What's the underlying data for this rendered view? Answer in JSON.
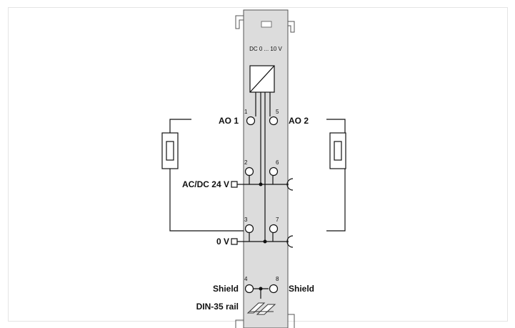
{
  "module": {
    "range_label": "DC 0 ... 10 V",
    "pins": {
      "p1": "1",
      "p2": "2",
      "p3": "3",
      "p4": "4",
      "p5": "5",
      "p6": "6",
      "p7": "7",
      "p8": "8"
    }
  },
  "labels": {
    "ao1": "AO 1",
    "ao2": "AO 2",
    "supply": "AC/DC 24 V",
    "zero": "0 V",
    "shield_left": "Shield",
    "shield_right": "Shield",
    "rail": "DIN-35 rail"
  }
}
